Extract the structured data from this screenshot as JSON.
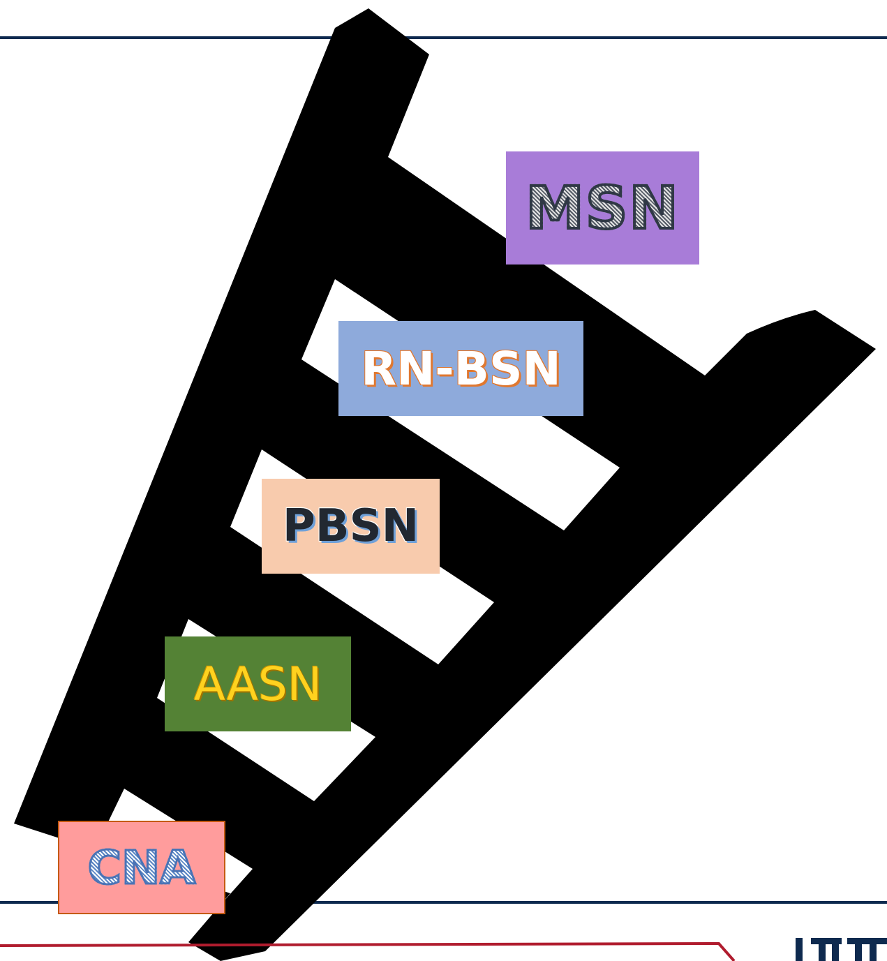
{
  "colors": {
    "top_rule": "#0e2a4f",
    "bottom_rule": "#0e2a4f",
    "footer_rule": "#b01c2e",
    "ladder": "#000000",
    "logo": "#0e2a4f"
  },
  "ladder": {
    "rungs": [
      {
        "label": "MSN",
        "fill": "#a87cd8"
      },
      {
        "label": "RN-BSN",
        "fill": "#8eaadb"
      },
      {
        "label": "PBSN",
        "fill": "#f8cbad"
      },
      {
        "label": "AASN",
        "fill": "#548235"
      },
      {
        "label": "CNA",
        "fill": "#ff9c9c",
        "border": "#c55a11"
      }
    ]
  },
  "logo": {
    "icon": "university-logo-icon",
    "partial_text": "1TT"
  }
}
